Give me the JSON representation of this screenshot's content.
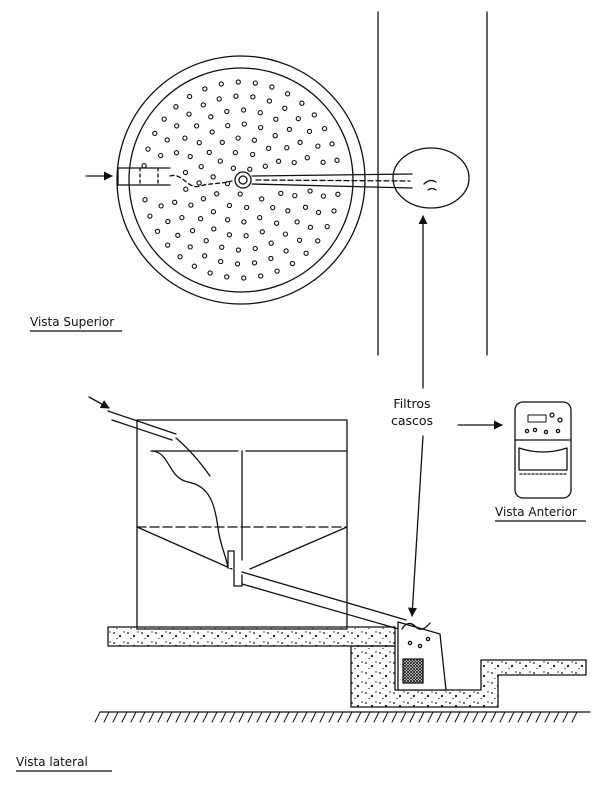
{
  "labels": {
    "top_view": "Vista Superior",
    "filters_line1": "Filtros",
    "filters_line2": "cascos",
    "front_view": "Vista Anterior",
    "side_view": "Vista lateral"
  },
  "colors": {
    "ink": "#111111",
    "paper": "#ffffff"
  }
}
